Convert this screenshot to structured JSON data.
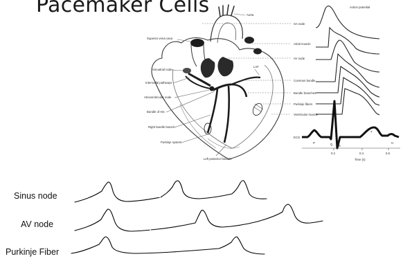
{
  "page": {
    "title": "Pacemaker Cells"
  },
  "heart_diagram": {
    "labels": {
      "aorta": "Aorta",
      "superior_vena_cava": "Superior vena cava",
      "sinoatrial_node": "Sinoatrial node",
      "internodal_pathways": "Internodal pathways",
      "atrioventricular_node": "Atrioventricular node",
      "bundle_of_his": "Bundle of His",
      "right_bundle_branch": "Right bundle branch",
      "purkinje_system": "Purkinje system",
      "left_posterior_fascicle": "Left posterior fascicle",
      "laf": "LAF"
    }
  },
  "action_potential_panel": {
    "title": "Action potential",
    "rows": [
      "SA node",
      "Atrial muscle",
      "AV node",
      "Common bundle",
      "Bundle branches",
      "Purkinje fibers",
      "Ventricular muscle"
    ],
    "ecg_label": "ECG",
    "wave_labels": {
      "p": "P",
      "q": "Q",
      "s": "S",
      "t": "T",
      "u": "U"
    },
    "x_ticks": [
      "0.2",
      "0.4",
      "0.6"
    ],
    "x_label": "Time (s)"
  },
  "traces": [
    {
      "label": "Sinus node"
    },
    {
      "label": "AV node"
    },
    {
      "label": "Purkinje Fiber"
    }
  ]
}
